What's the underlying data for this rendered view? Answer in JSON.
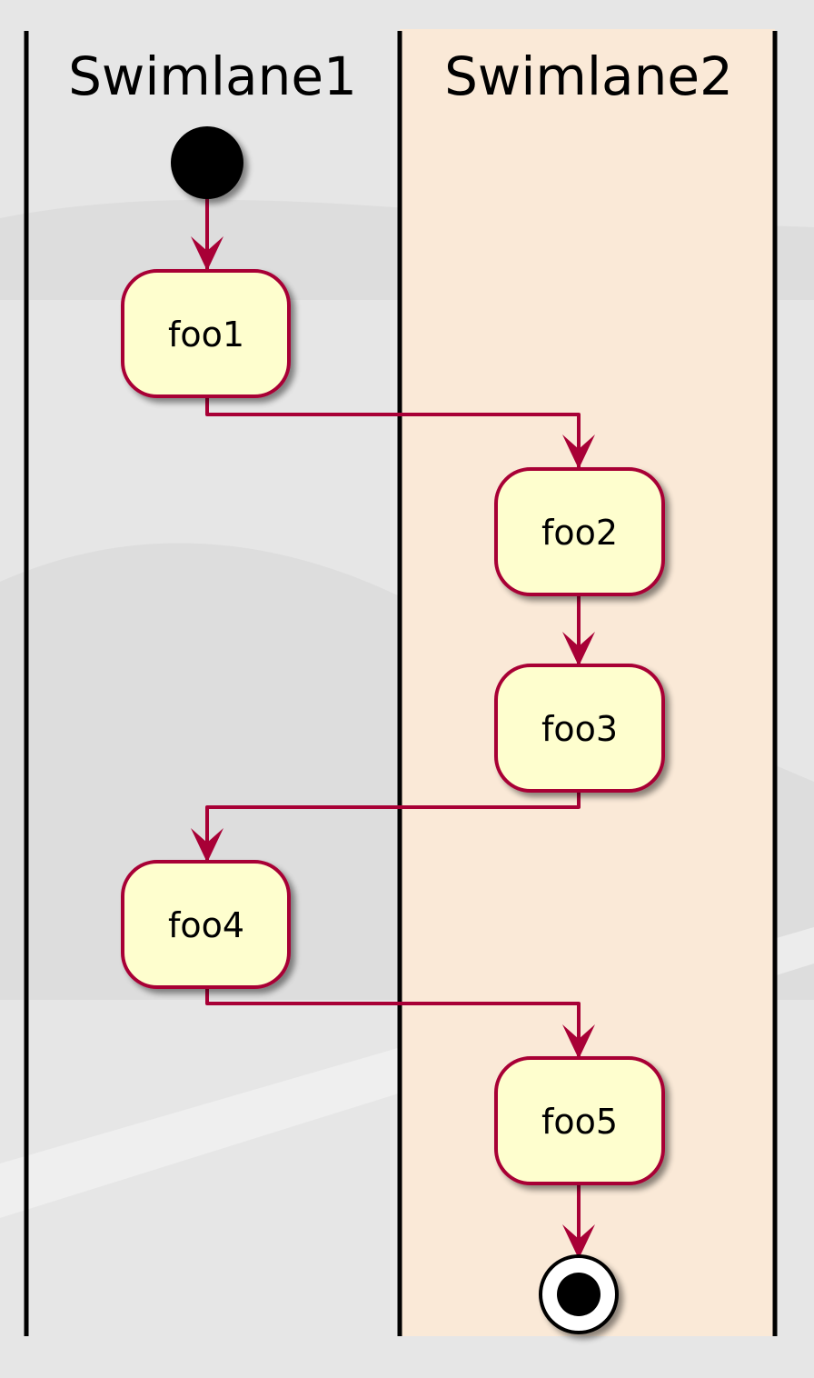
{
  "diagram": {
    "type": "activity-swimlanes",
    "lanes": [
      {
        "id": "lane1",
        "title": "Swimlane1"
      },
      {
        "id": "lane2",
        "title": "Swimlane2"
      }
    ],
    "nodes": [
      {
        "id": "start",
        "kind": "start",
        "lane": "lane1"
      },
      {
        "id": "foo1",
        "kind": "action",
        "label": "foo1",
        "lane": "lane1"
      },
      {
        "id": "foo2",
        "kind": "action",
        "label": "foo2",
        "lane": "lane2"
      },
      {
        "id": "foo3",
        "kind": "action",
        "label": "foo3",
        "lane": "lane2"
      },
      {
        "id": "foo4",
        "kind": "action",
        "label": "foo4",
        "lane": "lane1"
      },
      {
        "id": "foo5",
        "kind": "action",
        "label": "foo5",
        "lane": "lane2"
      },
      {
        "id": "stop",
        "kind": "stop",
        "lane": "lane2"
      }
    ],
    "edges": [
      {
        "from": "start",
        "to": "foo1"
      },
      {
        "from": "foo1",
        "to": "foo2"
      },
      {
        "from": "foo2",
        "to": "foo3"
      },
      {
        "from": "foo3",
        "to": "foo4"
      },
      {
        "from": "foo4",
        "to": "foo5"
      },
      {
        "from": "foo5",
        "to": "stop"
      }
    ],
    "colors": {
      "lane2_fill": "#fae9d7",
      "node_fill": "#fefece",
      "edge": "#a80036",
      "lane_divider": "#000000",
      "start_fill": "#000000",
      "stop_ring": "#ffffff",
      "stop_inner": "#000000",
      "background": "#e6e6e6"
    }
  }
}
